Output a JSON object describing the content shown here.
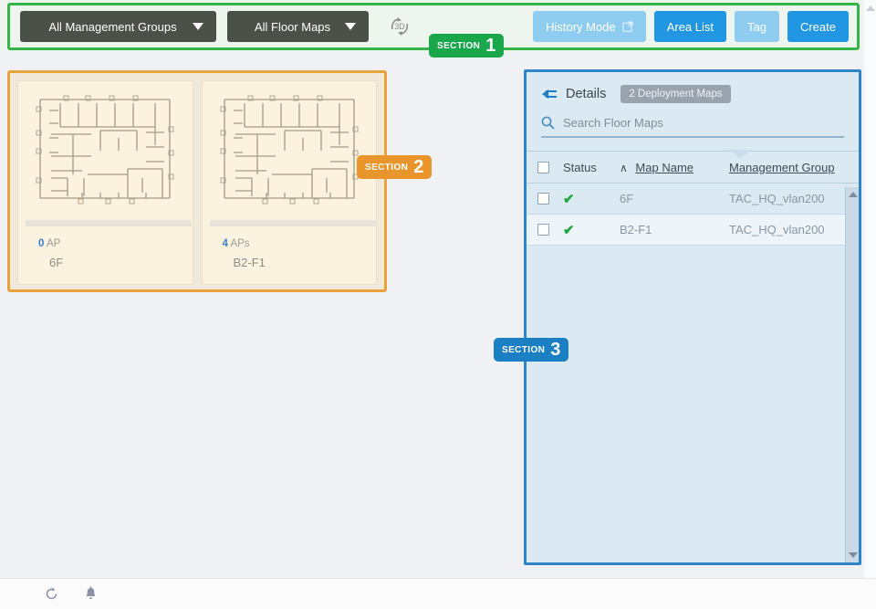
{
  "toolbar": {
    "management_group_dropdown": "All Management Groups",
    "floor_maps_dropdown": "All Floor Maps",
    "view_3d_icon": "rotate-3d-icon",
    "buttons": [
      {
        "label": "History Mode",
        "style": "light",
        "icon": "external-link-icon"
      },
      {
        "label": "Area List",
        "style": "solid",
        "icon": ""
      },
      {
        "label": "Tag",
        "style": "light",
        "icon": ""
      },
      {
        "label": "Create",
        "style": "solid",
        "icon": ""
      }
    ]
  },
  "map_cards": [
    {
      "ap_count": "0",
      "ap_unit": "AP",
      "name": "6F"
    },
    {
      "ap_count": "4",
      "ap_unit": "APs",
      "name": "B2-F1"
    }
  ],
  "details_panel": {
    "back_icon": "back-arrow-icon",
    "title": "Details",
    "deployment_badge": "2 Deployment Maps",
    "search": {
      "placeholder": "Search Floor Maps",
      "value": "",
      "icon": "search-icon"
    },
    "table": {
      "sort_indicator": "∧",
      "headers": {
        "status": "Status",
        "map_name": "Map Name",
        "management_group": "Management Group"
      },
      "rows": [
        {
          "status": "✔",
          "map_name": "6F",
          "management_group": "TAC_HQ_vlan200"
        },
        {
          "status": "✔",
          "map_name": "B2-F1",
          "management_group": "TAC_HQ_vlan200"
        }
      ]
    }
  },
  "sections": [
    {
      "word": "SECTION",
      "number": "1",
      "color": "#1aa64b"
    },
    {
      "word": "SECTION",
      "number": "2",
      "color": "#e8952b"
    },
    {
      "word": "SECTION",
      "number": "3",
      "color": "#1b7fc4"
    }
  ],
  "bottom_bar": {
    "icons": [
      {
        "name": "refresh-icon"
      },
      {
        "name": "bell-icon"
      }
    ]
  },
  "colors": {
    "accent_blue": "#2196e3",
    "light_blue": "#8fcdf0",
    "section_green": "#1aa64b",
    "section_orange": "#e8952b",
    "section_blue": "#1b7fc4",
    "status_green": "#21a53f",
    "dropdown_dark": "#4b5149",
    "card_cream": "#fbf2e0",
    "panel_blue": "#dbe9f3"
  }
}
